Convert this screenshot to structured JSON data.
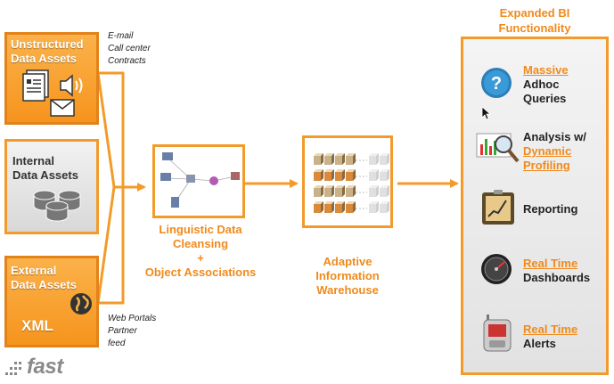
{
  "sources": [
    {
      "title_lines": [
        "Unstructured",
        "Data Assets"
      ],
      "notes": [
        "E-mail",
        "Call center",
        "Contracts"
      ]
    },
    {
      "title_lines": [
        "Internal",
        "Data Assets"
      ],
      "notes": []
    },
    {
      "title_lines": [
        "External",
        "Data Assets"
      ],
      "badge": "XML",
      "notes": [
        "Web Portals",
        "Partner",
        "feed"
      ]
    }
  ],
  "cleansing": {
    "lines": [
      "Linguistic Data",
      "Cleansing",
      "+",
      "Object Associations"
    ]
  },
  "warehouse": {
    "lines": [
      "Adaptive",
      "Information",
      "Warehouse"
    ]
  },
  "bi": {
    "title_lines": [
      "Expanded BI",
      "Functionality"
    ],
    "features": [
      {
        "icon": "help-question-icon",
        "highlight": [
          "Massive"
        ],
        "plain": [
          "Adhoc",
          "Queries"
        ]
      },
      {
        "icon": "magnifier-chart-icon",
        "plain_first": [
          "Analysis w/"
        ],
        "highlight": [
          "Dynamic",
          "Profiling"
        ]
      },
      {
        "icon": "reporting-chart-icon",
        "highlight": [],
        "plain": [
          "Reporting"
        ]
      },
      {
        "icon": "speedometer-gauge-icon",
        "highlight": [
          "Real Time"
        ],
        "plain": [
          "Dashboards"
        ]
      },
      {
        "icon": "mobile-phone-icon",
        "highlight": [
          "Real Time"
        ],
        "plain": [
          "Alerts"
        ]
      }
    ]
  },
  "logo": {
    "text": "fast"
  },
  "colors": {
    "orange": "#f39b2a",
    "orange_text": "#f08a1c"
  }
}
